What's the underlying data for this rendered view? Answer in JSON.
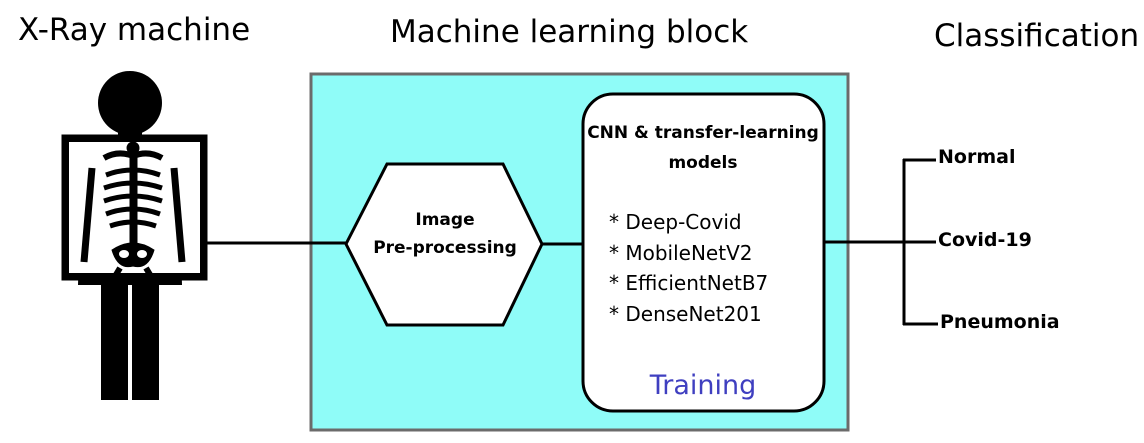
{
  "titles": {
    "xray": "X-Ray machine",
    "ml_block": "Machine learning block",
    "classification": "Classification"
  },
  "preprocess": {
    "line1": "Image",
    "line2": "Pre-processing"
  },
  "models_box": {
    "title_line1": "CNN & transfer-learning",
    "title_line2": "models",
    "models": [
      "* Deep-Covid",
      "* MobileNetV2",
      "* EfficientNetB7",
      "* DenseNet201"
    ],
    "footer": "Training"
  },
  "outputs": [
    "Normal",
    "Covid-19",
    "Pneumonia"
  ],
  "colors": {
    "ml_block_fill": "#8ffcf8",
    "training_text": "#3f3fc0",
    "line": "#000000"
  }
}
